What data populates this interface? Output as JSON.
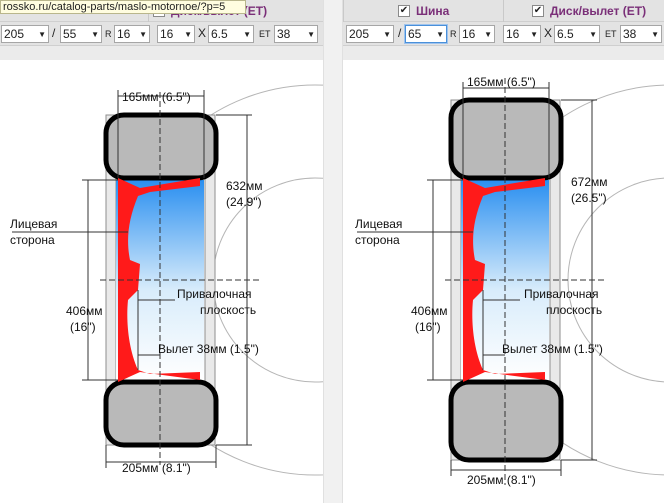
{
  "left": {
    "url": "rossko.ru/catalog-parts/maslo-motornoe/?p=5",
    "header": {
      "wheel_label": "Диск/вылет (ET)"
    },
    "controls": {
      "width": "205",
      "sep": "/",
      "profile": "55",
      "r": "R",
      "diameter": "16",
      "rim_diameter": "16",
      "x": "X",
      "rim_width": "6.5",
      "et": "ET",
      "offset": "38"
    },
    "labels": {
      "width_top": "165мм (6.5\")",
      "height_mm": "632мм",
      "height_in": "(24.9\")",
      "face_line1": "Лицевая",
      "face_line2": "сторона",
      "rim_mm": "406мм",
      "rim_in": "(16\")",
      "mount_line1": "Привалочная",
      "mount_line2": "плоскость",
      "offset_label": "Вылет 38мм (1.5\")",
      "width_bottom": "205мм (8.1\")"
    }
  },
  "right": {
    "header": {
      "tire_label": "Шина",
      "wheel_label": "Диск/вылет (ET)"
    },
    "controls": {
      "width": "205",
      "sep": "/",
      "profile": "65",
      "r": "R",
      "diameter": "16",
      "rim_diameter": "16",
      "x": "X",
      "rim_width": "6.5",
      "et": "ET",
      "offset": "38"
    },
    "labels": {
      "width_top": "165мм (6.5\")",
      "height_mm": "672мм",
      "height_in": "(26.5\")",
      "face_line1": "Лицевая",
      "face_line2": "сторона",
      "rim_mm": "406мм",
      "rim_in": "(16\")",
      "mount_line1": "Привалочная",
      "mount_line2": "плоскость",
      "offset_label": "Вылет 38мм (1.5\")",
      "width_bottom": "205мм (8.1\")"
    }
  },
  "check_mark": "✔",
  "dropdown_arrow": "▼",
  "colors": {
    "tire": "#b9b9b9",
    "rim": "#ff1a1a",
    "header_text": "#7a2f78"
  }
}
